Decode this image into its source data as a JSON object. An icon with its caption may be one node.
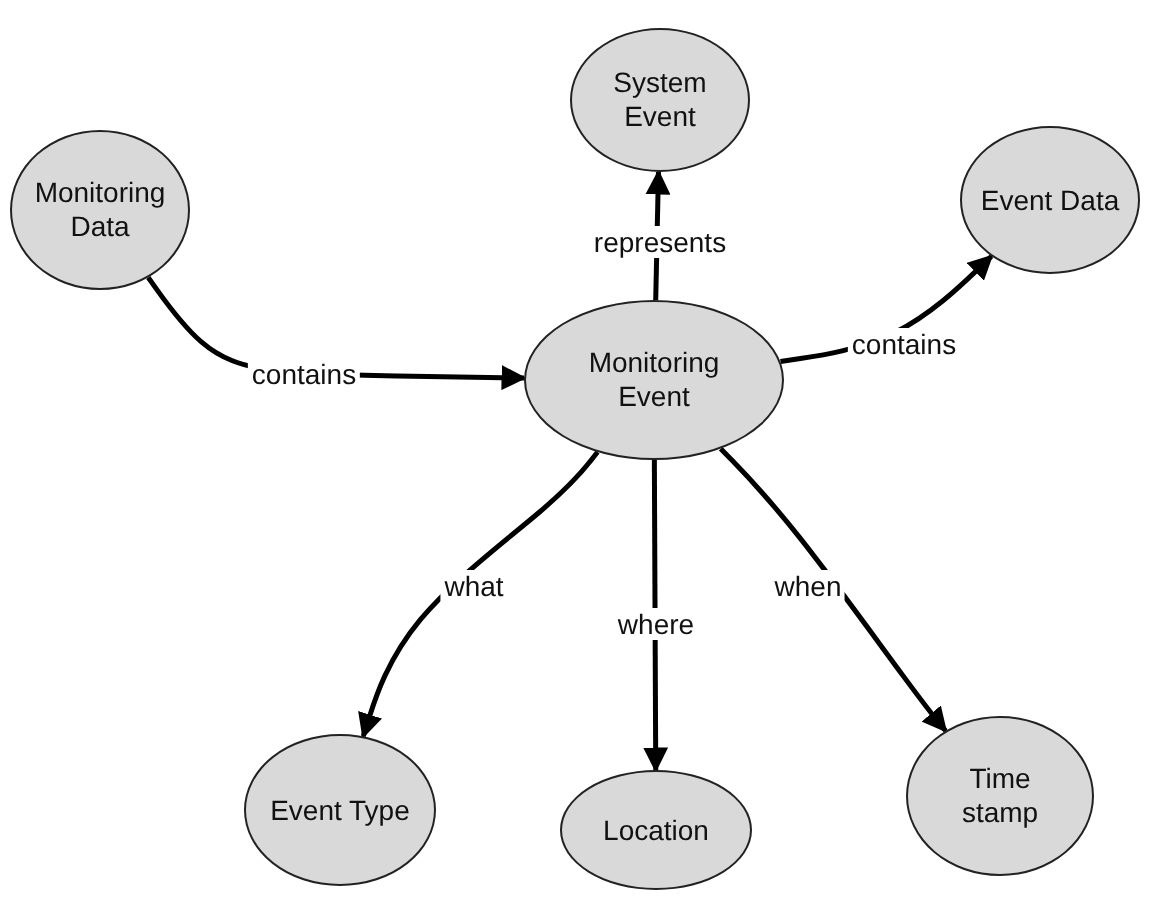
{
  "diagram": {
    "nodes": [
      {
        "text": [
          "System Event"
        ]
      },
      {
        "text": [
          "Monitoring Data"
        ]
      },
      {
        "text": [
          "Event Data"
        ]
      },
      {
        "text": [
          "Monitoring Event"
        ]
      },
      {
        "text": [
          "Event Type"
        ]
      },
      {
        "text": [
          "Location"
        ]
      },
      {
        "text": [
          "Time stamp"
        ]
      }
    ],
    "edges": [
      {
        "from": 3,
        "to": 0,
        "arrow": "to",
        "label": "represents"
      },
      {
        "from": 1,
        "to": 3,
        "arrow": "to",
        "label": "contains"
      },
      {
        "from": 3,
        "to": 2,
        "arrow": "to",
        "label": "contains"
      },
      {
        "from": 3,
        "to": 4,
        "arrow": "to",
        "label": "what"
      },
      {
        "from": 3,
        "to": 5,
        "arrow": "to",
        "label": "where"
      },
      {
        "from": 3,
        "to": 6,
        "arrow": "to",
        "label": "when"
      }
    ]
  }
}
